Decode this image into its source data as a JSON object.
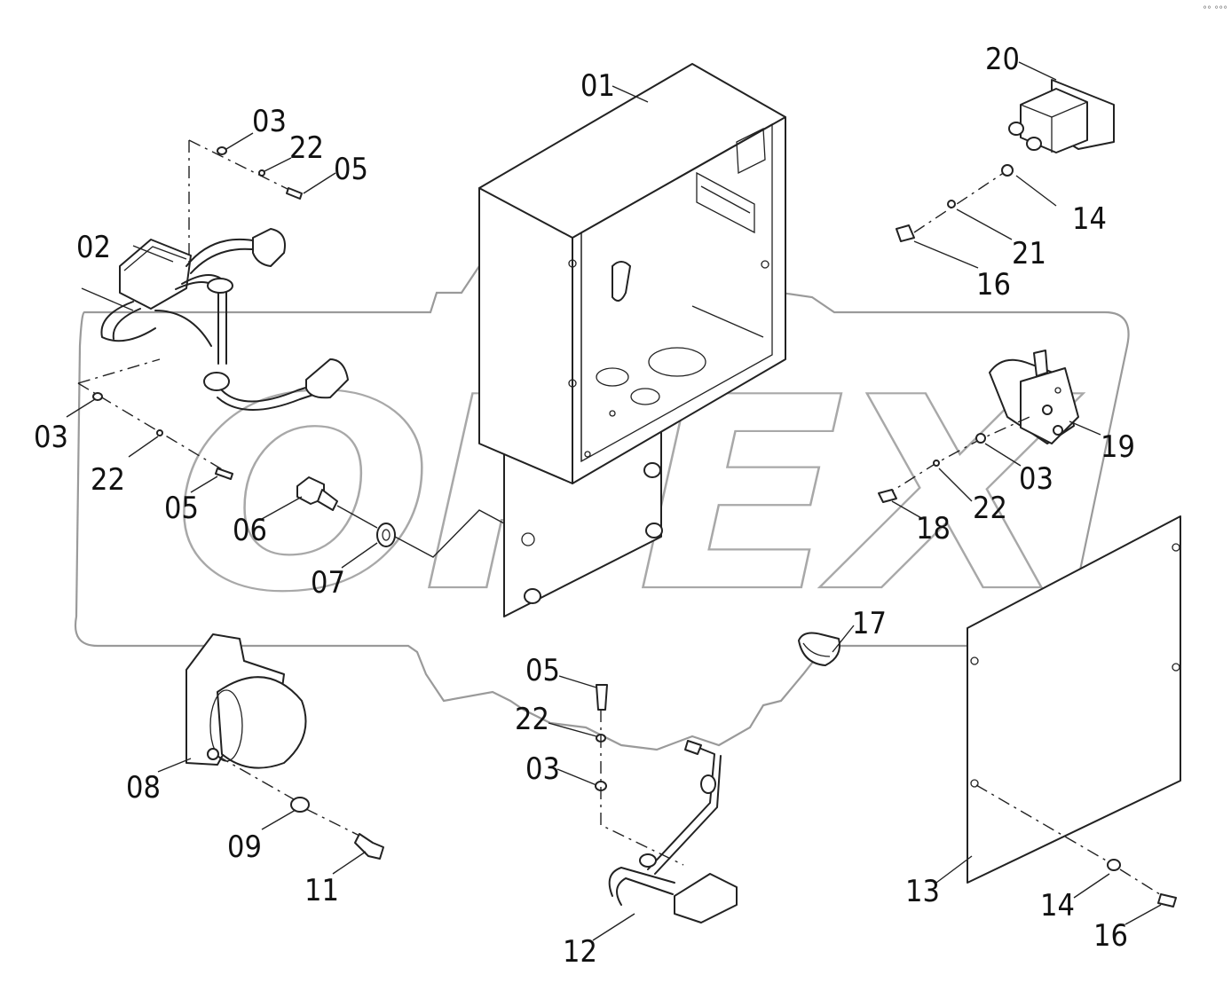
{
  "watermark": "OPEX",
  "corner_mark": "°° °°°",
  "callouts": {
    "p01": "01",
    "p02": "02",
    "p03_top": "03",
    "p22_top": "22",
    "p05_top": "05",
    "p03_left": "03",
    "p22_left": "22",
    "p05_left": "05",
    "p06": "06",
    "p07": "07",
    "p08": "08",
    "p09": "09",
    "p11": "11",
    "p05_mid": "05",
    "p22_mid": "22",
    "p03_mid": "03",
    "p12": "12",
    "p17": "17",
    "p13": "13",
    "p14_bottom": "14",
    "p16_bottom": "16",
    "p20": "20",
    "p14_top": "14",
    "p21": "21",
    "p16_top": "16",
    "p19": "19",
    "p03_right": "03",
    "p22_right": "22",
    "p18": "18"
  }
}
